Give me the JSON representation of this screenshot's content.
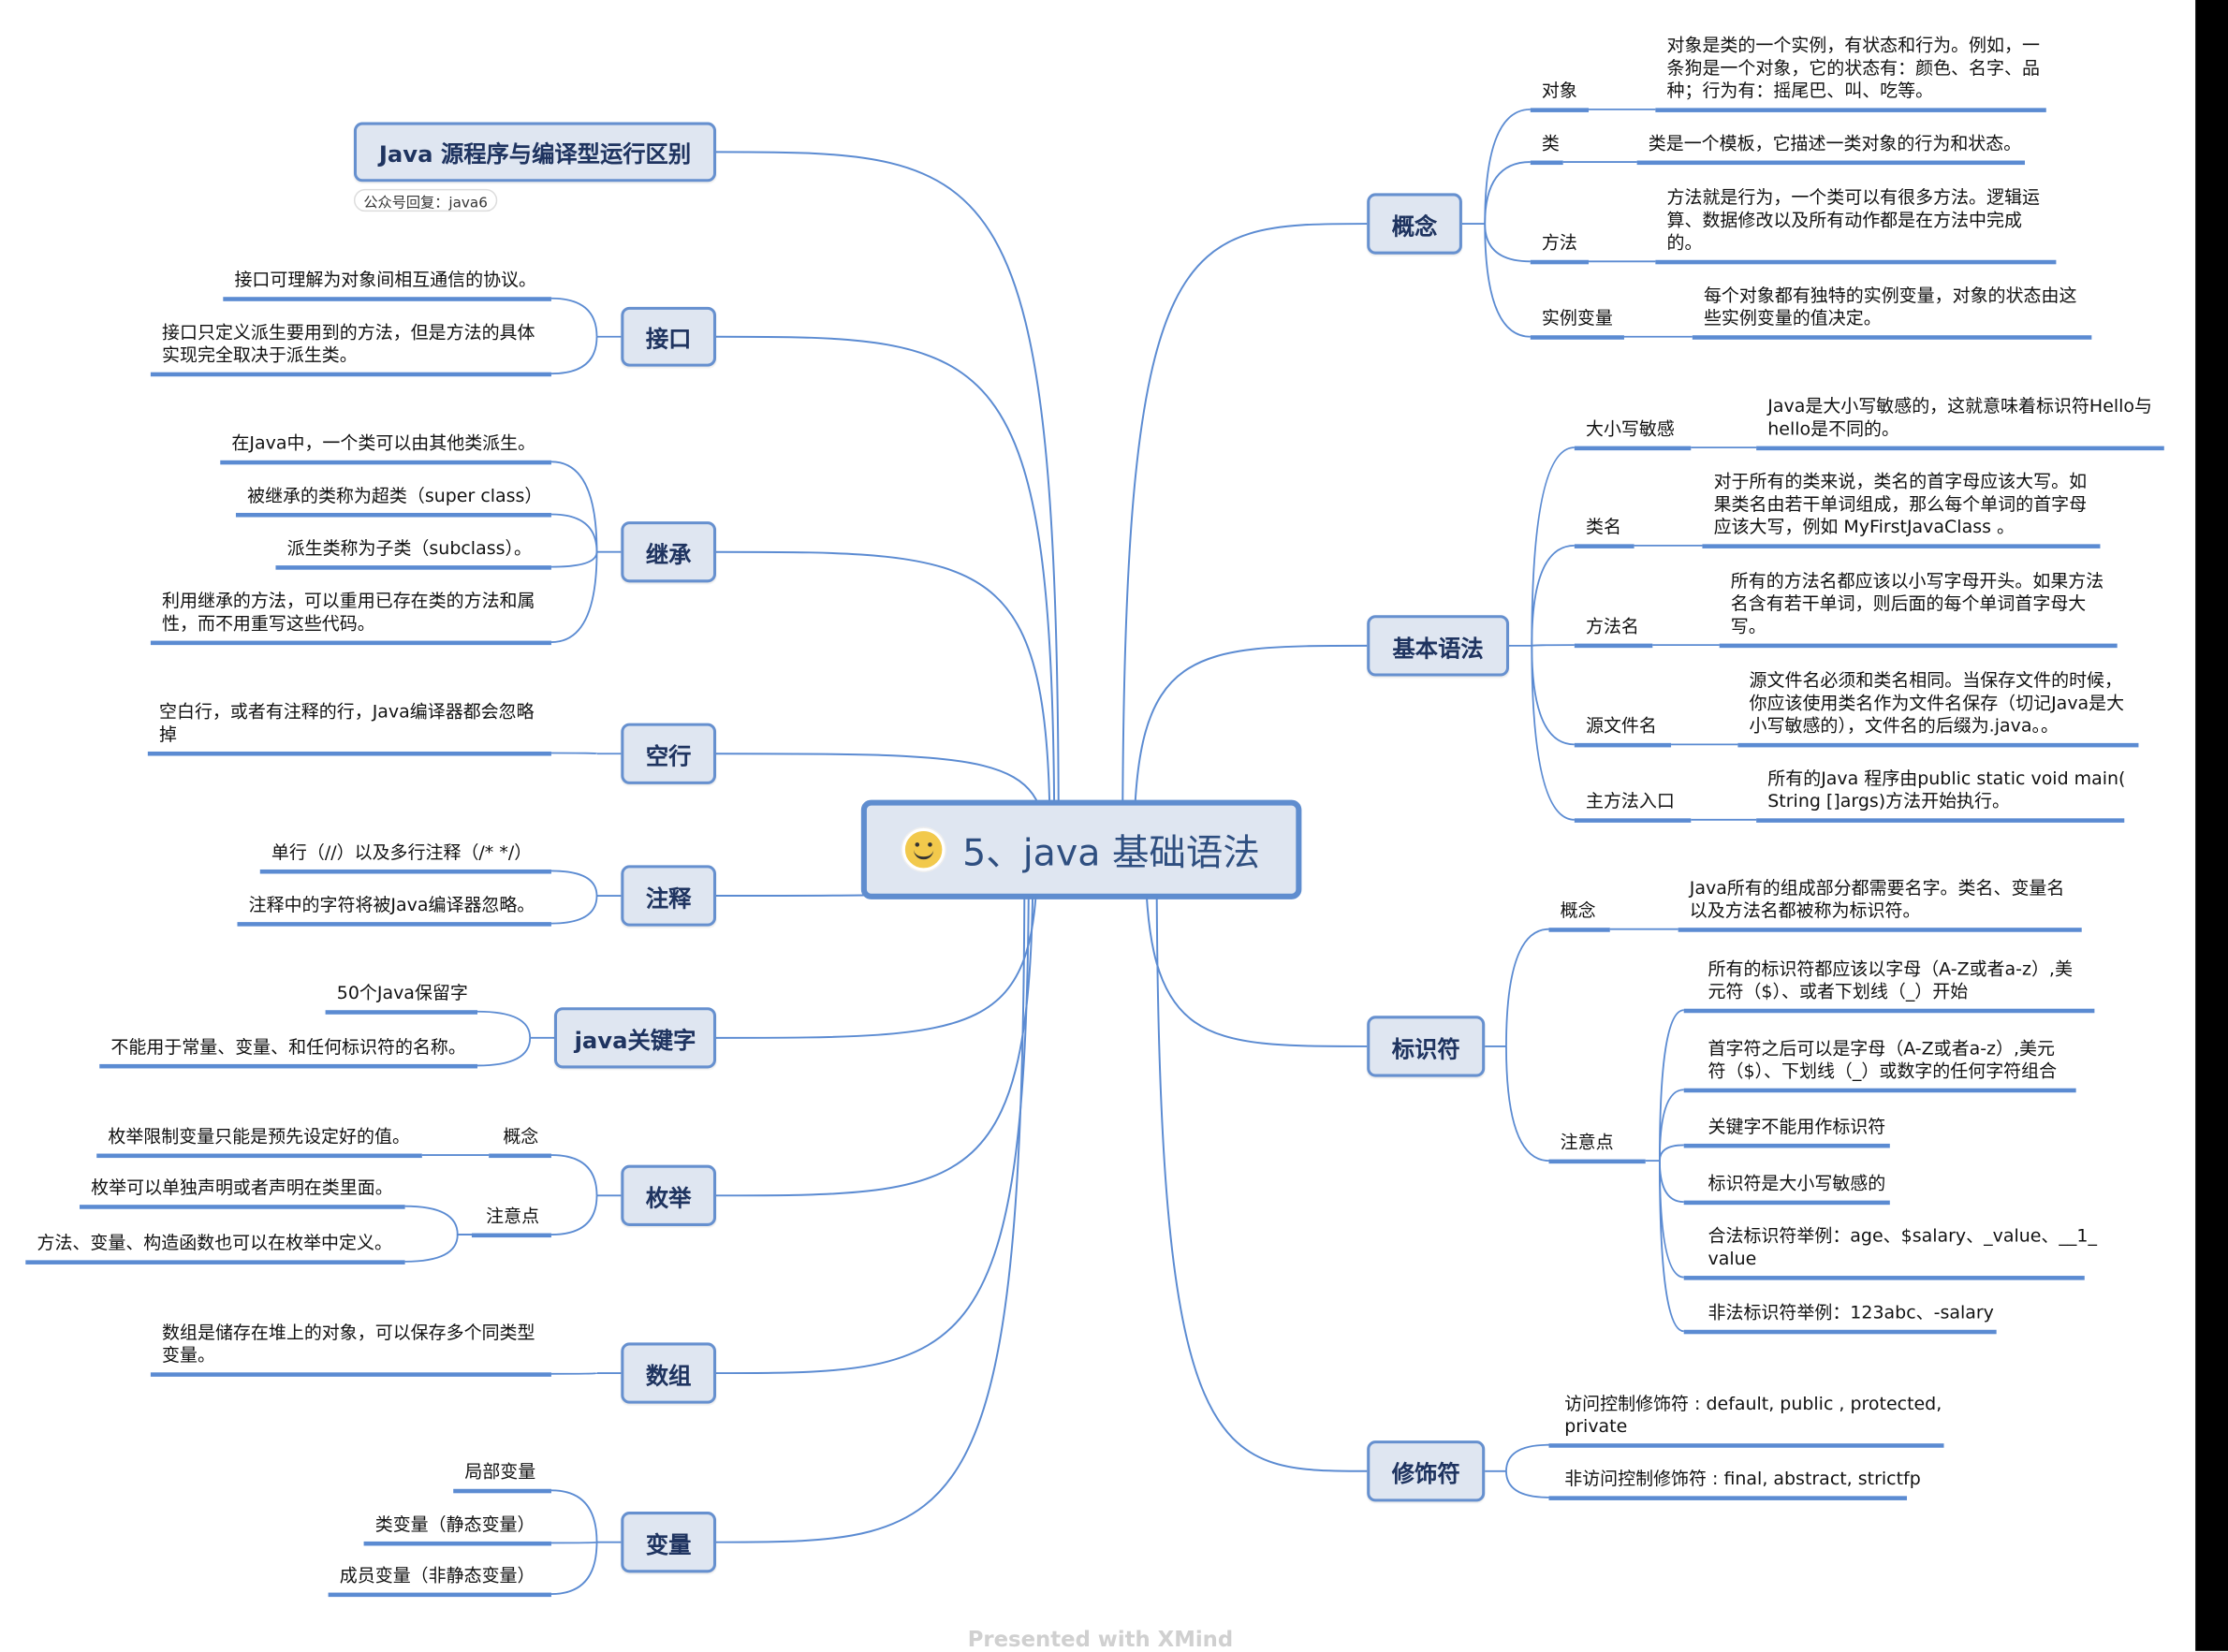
{
  "central": {
    "title": "5、java 基础语法",
    "icon": "smiley-emoji"
  },
  "left": [
    {
      "title": "Java 源程序与编译型运行区别",
      "note": "公众号回复：java6"
    },
    {
      "title": "接口",
      "children": [
        {
          "lines": [
            "接口可理解为对象间相互通信的协议。"
          ]
        },
        {
          "lines": [
            "接口只定义派生要用到的方法，但是方法的具体",
            "实现完全取决于派生类。"
          ]
        }
      ]
    },
    {
      "title": "继承",
      "children": [
        {
          "lines": [
            "在Java中，一个类可以由其他类派生。"
          ]
        },
        {
          "lines": [
            "被继承的类称为超类（super class）"
          ]
        },
        {
          "lines": [
            "派生类称为子类（subclass）。"
          ]
        },
        {
          "lines": [
            "利用继承的方法，可以重用已存在类的方法和属",
            "性，而不用重写这些代码。"
          ]
        }
      ]
    },
    {
      "title": "空行",
      "children": [
        {
          "lines": [
            "空白行，或者有注释的行，Java编译器都会忽略",
            "掉"
          ]
        }
      ]
    },
    {
      "title": "注释",
      "children": [
        {
          "lines": [
            "单行（//）以及多行注释（/* */）"
          ]
        },
        {
          "lines": [
            "注释中的字符将被Java编译器忽略。"
          ]
        }
      ]
    },
    {
      "title": "java关键字",
      "children": [
        {
          "lines": [
            "50个Java保留字"
          ]
        },
        {
          "lines": [
            "不能用于常量、变量、和任何标识符的名称。"
          ]
        }
      ]
    },
    {
      "title": "枚举",
      "children": [
        {
          "label": "概念",
          "children": [
            {
              "lines": [
                "枚举限制变量只能是预先设定好的值。"
              ]
            }
          ]
        },
        {
          "label": "注意点",
          "children": [
            {
              "lines": [
                "枚举可以单独声明或者声明在类里面。"
              ]
            },
            {
              "lines": [
                "方法、变量、构造函数也可以在枚举中定义。"
              ]
            }
          ]
        }
      ]
    },
    {
      "title": "数组",
      "children": [
        {
          "lines": [
            "数组是储存在堆上的对象，可以保存多个同类型",
            "变量。"
          ]
        }
      ]
    },
    {
      "title": "变量",
      "children": [
        {
          "lines": [
            "局部变量"
          ]
        },
        {
          "lines": [
            "类变量（静态变量）"
          ]
        },
        {
          "lines": [
            "成员变量（非静态变量）"
          ]
        }
      ]
    }
  ],
  "right": [
    {
      "title": "概念",
      "children": [
        {
          "label": "对象",
          "lines": [
            "对象是类的一个实例，有状态和行为。例如，一",
            "条狗是一个对象，它的状态有：颜色、名字、品",
            "种；行为有：摇尾巴、叫、吃等。"
          ]
        },
        {
          "label": "类",
          "lines": [
            "类是一个模板，它描述一类对象的行为和状态。"
          ]
        },
        {
          "label": "方法",
          "lines": [
            "方法就是行为，一个类可以有很多方法。逻辑运",
            "算、数据修改以及所有动作都是在方法中完成",
            "的。"
          ]
        },
        {
          "label": "实例变量",
          "lines": [
            "每个对象都有独特的实例变量，对象的状态由这",
            "些实例变量的值决定。"
          ]
        }
      ]
    },
    {
      "title": "基本语法",
      "children": [
        {
          "label": "大小写敏感",
          "lines": [
            "Java是大小写敏感的，这就意味着标识符Hello与",
            "hello是不同的。"
          ]
        },
        {
          "label": "类名",
          "lines": [
            "对于所有的类来说，类名的首字母应该大写。如",
            "果类名由若干单词组成，那么每个单词的首字母",
            "应该大写，例如 MyFirstJavaClass 。"
          ]
        },
        {
          "label": "方法名",
          "lines": [
            "所有的方法名都应该以小写字母开头。如果方法",
            "名含有若干单词，则后面的每个单词首字母大",
            "写。"
          ]
        },
        {
          "label": "源文件名",
          "lines": [
            "源文件名必须和类名相同。当保存文件的时候，",
            "你应该使用类名作为文件名保存（切记Java是大",
            "小写敏感的），文件名的后缀为.java。。"
          ]
        },
        {
          "label": "主方法入口",
          "lines": [
            "所有的Java 程序由public static void main(",
            "String []args)方法开始执行。"
          ]
        }
      ]
    },
    {
      "title": "标识符",
      "children": [
        {
          "label": "概念",
          "lines": [
            "Java所有的组成部分都需要名字。类名、变量名",
            "以及方法名都被称为标识符。"
          ]
        },
        {
          "label": "注意点",
          "children": [
            {
              "lines": [
                "所有的标识符都应该以字母（A-Z或者a-z）,美",
                "元符（$）、或者下划线（_）开始"
              ]
            },
            {
              "lines": [
                "首字符之后可以是字母（A-Z或者a-z）,美元",
                "符（$）、下划线（_）或数字的任何字符组合"
              ]
            },
            {
              "lines": [
                "关键字不能用作标识符"
              ]
            },
            {
              "lines": [
                "标识符是大小写敏感的"
              ]
            },
            {
              "lines": [
                "合法标识符举例：age、$salary、_value、__1_",
                "value"
              ]
            },
            {
              "lines": [
                "非法标识符举例：123abc、-salary"
              ]
            }
          ]
        }
      ]
    },
    {
      "title": "修饰符",
      "children": [
        {
          "lines": [
            "访问控制修饰符 : default, public , protected,",
            "private"
          ]
        },
        {
          "lines": [
            "非访问控制修饰符 : final, abstract, strictfp"
          ]
        }
      ]
    }
  ],
  "footer": "Presented with XMind",
  "colors": {
    "line": "#5b8bd2",
    "topic_fill": "#dfe6f1",
    "topic_border": "#6690cf",
    "topic_text": "#1f3460"
  }
}
